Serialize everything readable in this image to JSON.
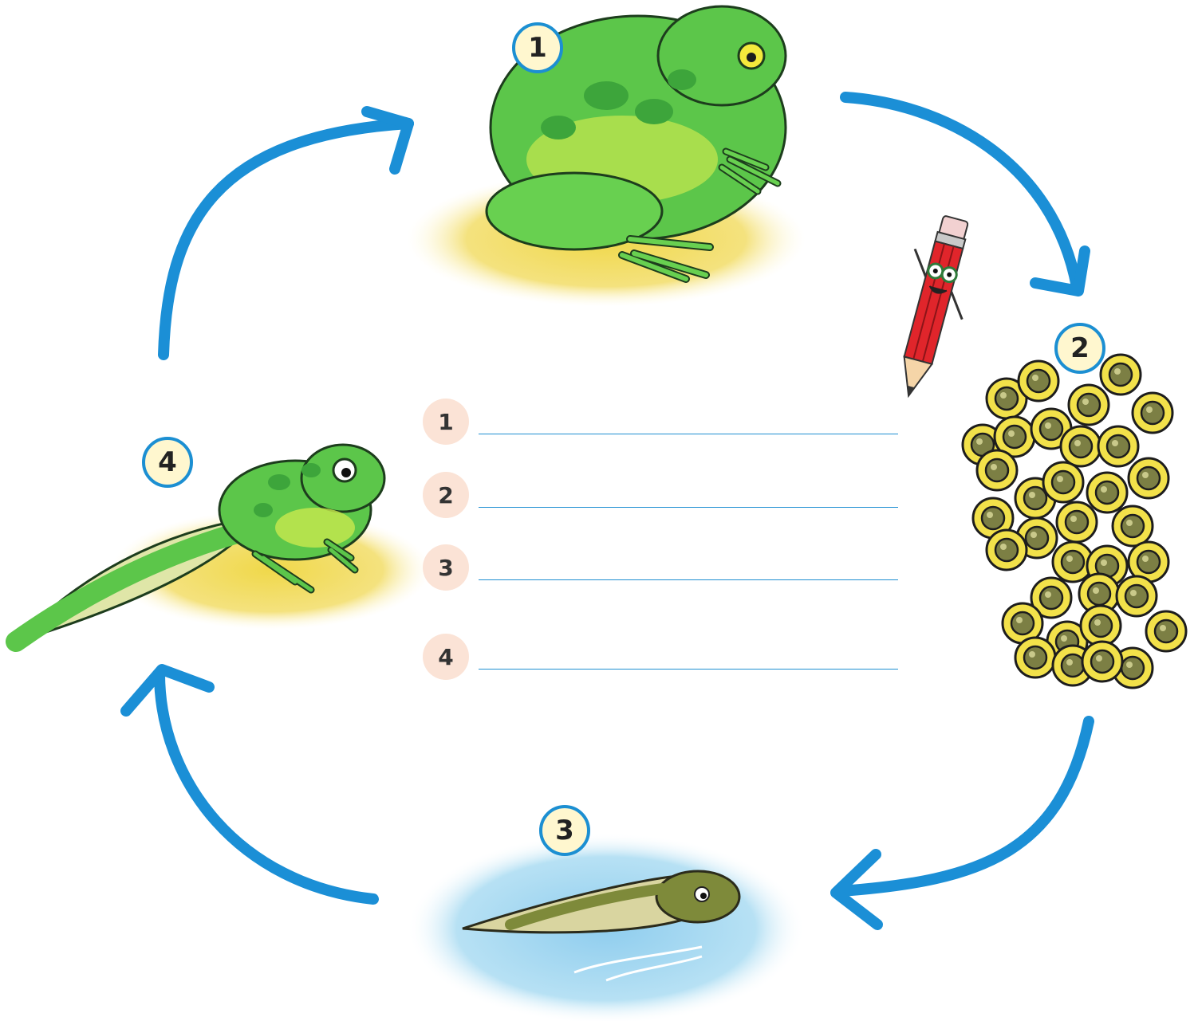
{
  "stages": [
    {
      "number": "1",
      "subject": "frog"
    },
    {
      "number": "2",
      "subject": "frogspawn"
    },
    {
      "number": "3",
      "subject": "tadpole"
    },
    {
      "number": "4",
      "subject": "froglet"
    }
  ],
  "answer_rows": [
    {
      "number": "1",
      "value": ""
    },
    {
      "number": "2",
      "value": ""
    },
    {
      "number": "3",
      "value": ""
    },
    {
      "number": "4",
      "value": ""
    }
  ],
  "icons": [
    "frog-icon",
    "frogspawn-icon",
    "tadpole-icon",
    "froglet-icon",
    "pencil-mascot-icon",
    "cycle-arrow-icon"
  ],
  "colors": {
    "arrow": "#1b8fd6",
    "badge_border": "#1c8fd2",
    "badge_fill": "#fff7cf",
    "row_number_fill": "#fbe3d6",
    "frog_green": "#5cc64a",
    "spawn_yellow": "#f2e14a",
    "pond_blue": "#a8d8f0"
  }
}
